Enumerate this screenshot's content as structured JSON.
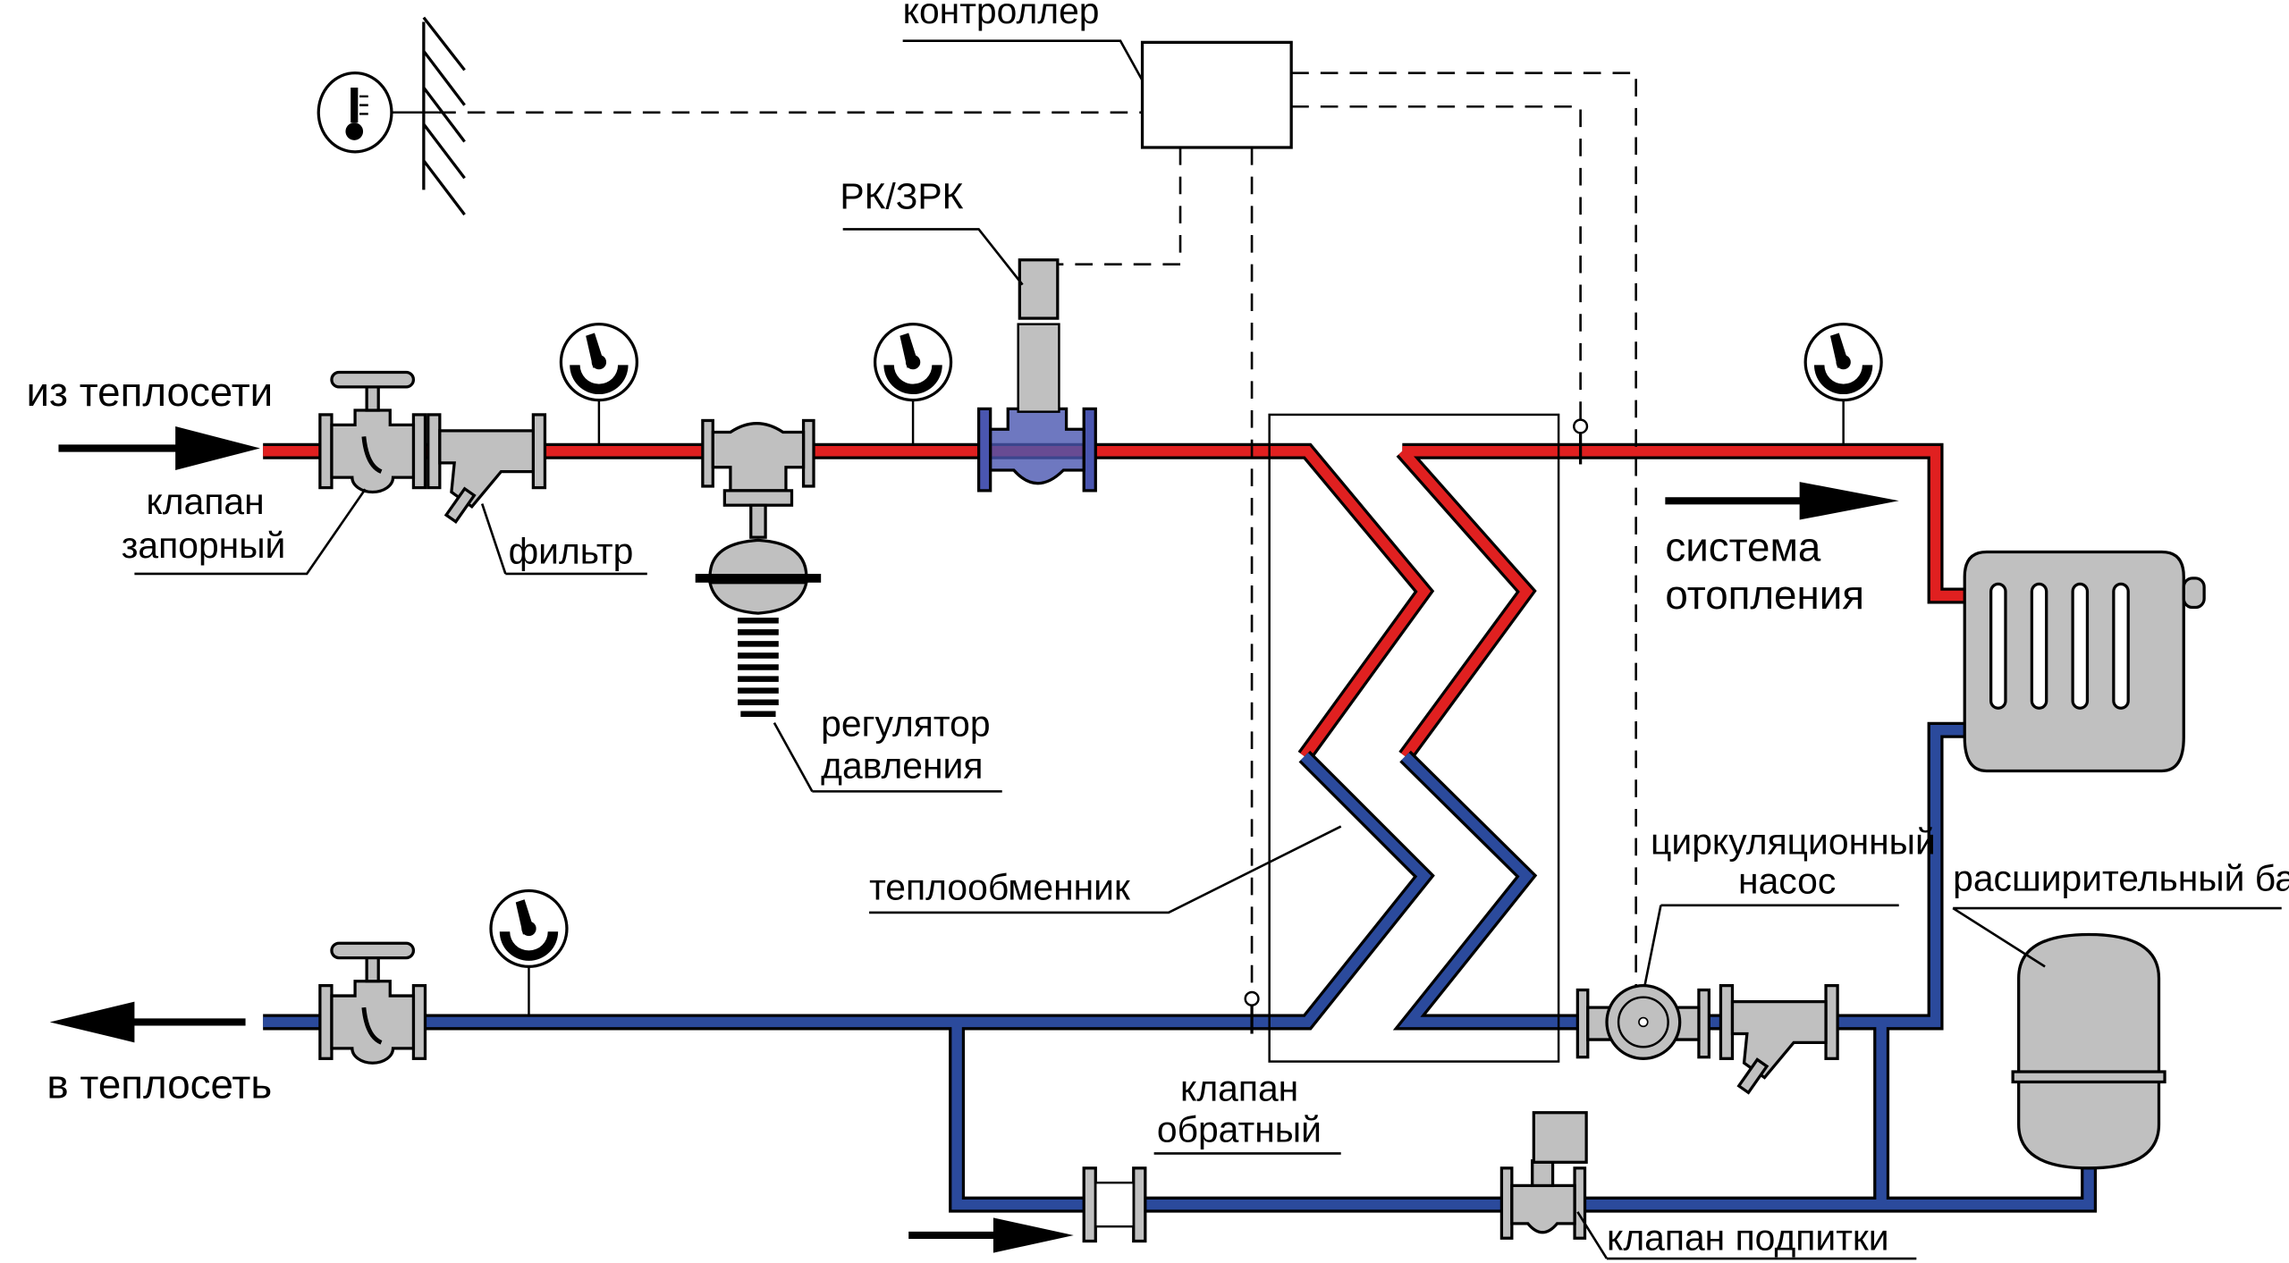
{
  "colors": {
    "supply_pipe": "#e02020",
    "return_pipe": "#2b4a9c",
    "equipment": "#c0c0c0",
    "control_valve": "#4a56b0"
  },
  "labels": {
    "controller": "контроллер",
    "control_valve": "РК/ЗРК",
    "from_network": "из теплосети",
    "to_network": "в теплосеть",
    "shutoff_valve_1": "клапан",
    "shutoff_valve_2": "запорный",
    "filter": "фильтр",
    "pressure_regulator_1": "регулятор",
    "pressure_regulator_2": "давления",
    "heat_exchanger": "теплообменник",
    "heating_system_1": "система",
    "heating_system_2": "отопления",
    "circulation_pump_1": "циркуляционный",
    "circulation_pump_2": "насос",
    "expansion_tank": "расширительный бак",
    "check_valve_1": "клапан",
    "check_valve_2": "обратный",
    "makeup_valve": "клапан подпитки"
  },
  "icons": [
    "thermometer-icon",
    "pressure-gauge-icon",
    "arrow-right-icon",
    "arrow-left-icon",
    "radiator-icon",
    "pump-icon",
    "valve-icon",
    "filter-icon",
    "expansion-tank-icon"
  ]
}
